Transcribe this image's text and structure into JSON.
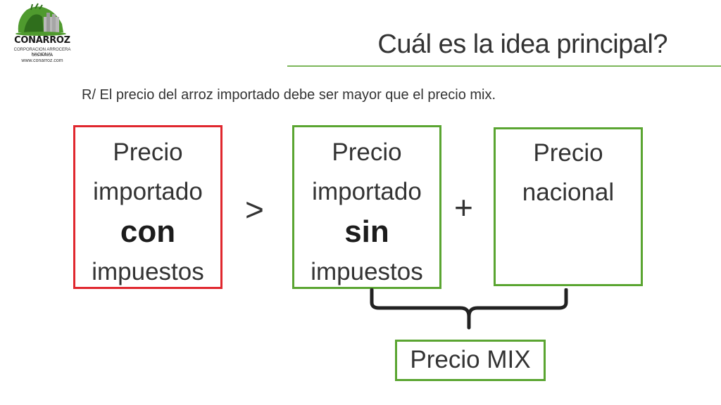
{
  "logo": {
    "name": "CONARROZ",
    "subtitle": "CORPORACION ARROCERA NACIONAL",
    "country": "COSTA RICA",
    "website": "www.conarroz.com",
    "accent_color": "#4f9a2e"
  },
  "title": "Cuál es la idea principal?",
  "answer": "R/ El precio del arroz importado debe ser mayor que el precio mix.",
  "boxes": {
    "con": {
      "lines": [
        "Precio",
        "importado",
        "con",
        "impuestos"
      ],
      "border_color": "#e0272e"
    },
    "sin": {
      "lines": [
        "Precio",
        "importado",
        "sin",
        "impuestos"
      ],
      "border_color": "#5aa531"
    },
    "nacional": {
      "lines": [
        "Precio",
        "nacional"
      ],
      "border_color": "#5aa531"
    }
  },
  "operators": {
    "greater": ">",
    "plus": "+"
  },
  "result": {
    "label": "Precio MIX",
    "border_color": "#5aa531"
  },
  "colors": {
    "title_rule": "#7cb65a",
    "brace": "#222222"
  }
}
